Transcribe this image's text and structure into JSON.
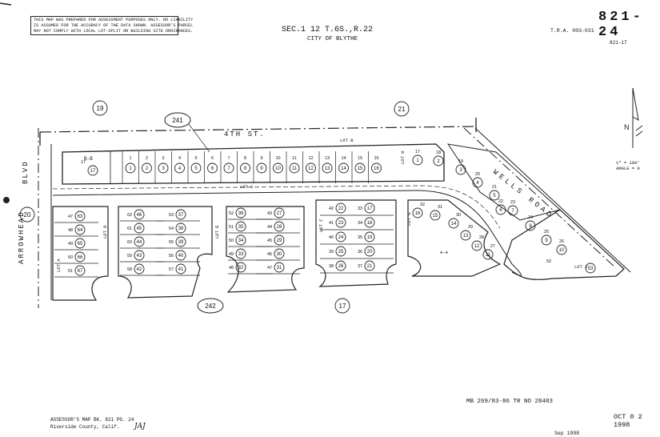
{
  "header": {
    "disclaimer_line1": "THIS MAP WAS PREPARED FOR ASSESSMENT PURPOSES ONLY. NO LIABILITY",
    "disclaimer_line2": "IS ASSUMED FOR THE ACCURACY OF THE DATA SHOWN. ASSESSOR'S PARCEL",
    "disclaimer_line3": "MAY NOT COMPLY WITH LOCAL LOT-SPLIT OR BUILDING SITE ORDINANCES.",
    "section": "SEC.1 12 T.6S.,R.22",
    "city": "CITY OF BLYTHE",
    "tra": "T.R.A. 003-031",
    "map_number": "821-24",
    "map_sub": "821-17"
  },
  "streets": {
    "fourth": "4TH  ST.",
    "wells": "WELLS  ROAD",
    "arrowhead": "ARROWHEAD",
    "blvd": "BLVD"
  },
  "circled_refs": {
    "r19": "19",
    "r21": "21",
    "r241": "241",
    "r20": "20",
    "r242": "242",
    "r17": "17"
  },
  "lots": {
    "b": "LOT B",
    "b2": "B-B",
    "c": "LOT C",
    "a": "LOT A",
    "d": "LOT D",
    "e": "LOT E",
    "f": "LOT F",
    "g": "LOT G",
    "h": "LOT H",
    "i": "LOT I",
    "aa": "A-A"
  },
  "north_arrow": {
    "label": "N"
  },
  "scale": {
    "line1": "1\" = 100'",
    "line2": "ANGLE = 0"
  },
  "footer": {
    "mb": "MB 269/83-86 TR NO 28483",
    "date": "OCT 0 2 1998",
    "sep": "Sep 1998",
    "assessor1": "ASSESSOR'S MAP BK. 821 PG. 24",
    "assessor2": "Riverside County, Calif.",
    "initials": "JAJ"
  },
  "parcels": {
    "north_row": [
      "17",
      "1",
      "2",
      "3",
      "4",
      "5",
      "6",
      "7",
      "8",
      "9",
      "10",
      "11",
      "12",
      "13",
      "14",
      "15",
      "16"
    ],
    "north_row_small": [
      "1",
      "2",
      "3",
      "4",
      "5",
      "6",
      "7",
      "8",
      "9",
      "10",
      "11",
      "12",
      "13",
      "14",
      "15",
      "16"
    ],
    "block1": [
      "63",
      "64",
      "65",
      "66",
      "67"
    ],
    "block1_small": [
      "47",
      "48",
      "49",
      "50",
      "51"
    ],
    "block2": [
      "46",
      "45",
      "44",
      "43",
      "42"
    ],
    "block2_small": [
      "62",
      "61",
      "60",
      "59",
      "58"
    ],
    "block3": [
      "37",
      "38",
      "39",
      "40",
      "41"
    ],
    "block3_small": [
      "53",
      "54",
      "55",
      "56",
      "57"
    ],
    "block4": [
      "36",
      "35",
      "34",
      "33",
      "32"
    ],
    "block4_small": [
      "52",
      "51",
      "50",
      "49",
      "48"
    ],
    "block5": [
      "27",
      "28",
      "29",
      "30",
      "31"
    ],
    "block5_small": [
      "43",
      "44",
      "45",
      "46",
      "47"
    ],
    "block6": [
      "17",
      "18",
      "19",
      "20",
      "21",
      "22",
      "23",
      "24",
      "25",
      "26"
    ],
    "block6_small": [
      "33",
      "34",
      "35",
      "36",
      "37",
      "42",
      "41",
      "40",
      "39",
      "38"
    ],
    "block7": [
      "16",
      "15",
      "14",
      "13",
      "12",
      "11"
    ],
    "block7_small": [
      "32",
      "31",
      "30",
      "29",
      "28",
      "27"
    ],
    "block8": [
      "1",
      "2",
      "3",
      "4",
      "5",
      "6",
      "7",
      "8",
      "9",
      "10"
    ],
    "block8_small": [
      "17",
      "18",
      "19",
      "20",
      "21",
      "22",
      "23",
      "24",
      "25",
      "26"
    ],
    "misc": [
      "52",
      "53"
    ]
  }
}
